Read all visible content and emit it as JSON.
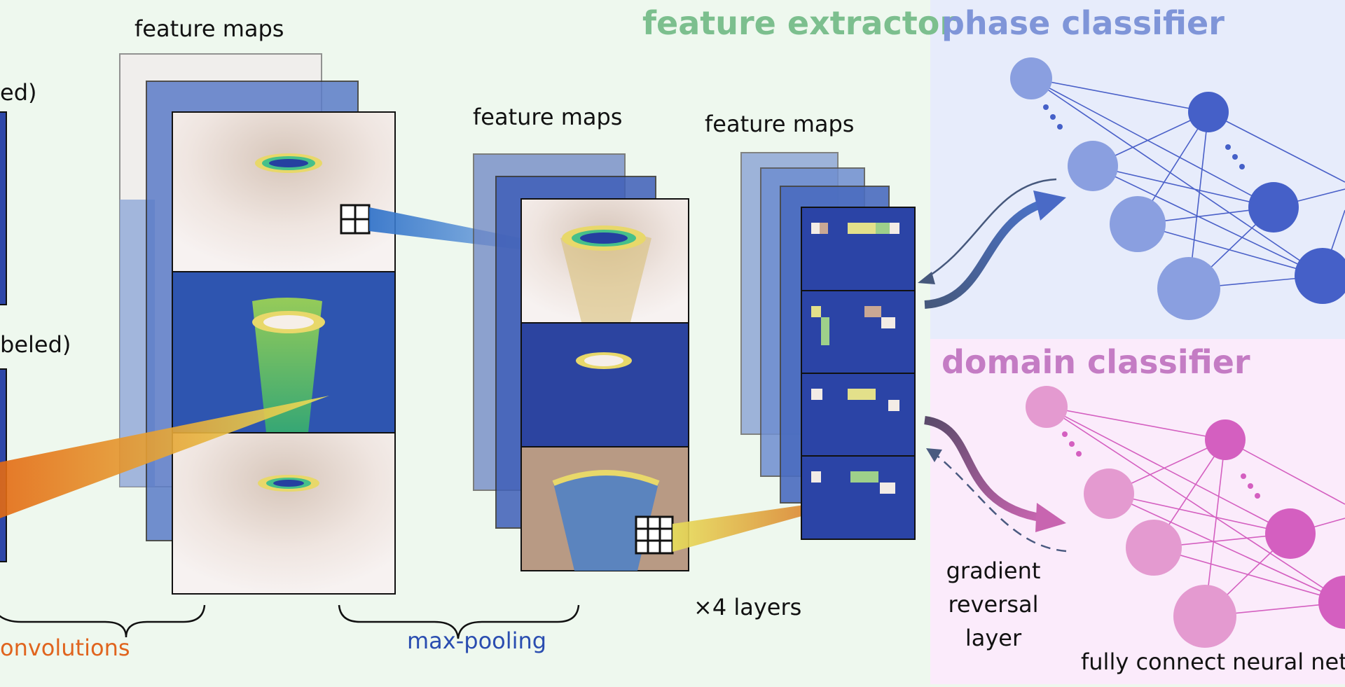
{
  "labels": {
    "input_labeled_partial": "ed)",
    "input_unlabeled_partial": "beled)",
    "feature_maps_1": "feature maps",
    "feature_maps_2": "feature maps",
    "feature_maps_3": "feature maps",
    "convolutions_partial": "onvolutions",
    "max_pooling": "max-pooling",
    "x4_layers": "×4 layers",
    "gradient_reversal_line1": "gradient",
    "gradient_reversal_line2": "reversal",
    "gradient_reversal_line3": "layer",
    "fcnn_partial": "fully connect neural net"
  },
  "titles": {
    "feature_extractor": "feature extractor",
    "phase_classifier": "phase classifier",
    "domain_classifier": "domain classifier"
  },
  "colors": {
    "feature_extractor_bg": "#eef8ee",
    "feature_extractor_title": "#7cbf8e",
    "phase_bg": "#e7ecfb",
    "phase_title": "#7f95d8",
    "phase_node_light": "#8a9fe0",
    "phase_node_dark": "#4560c8",
    "domain_bg": "#fbebfb",
    "domain_title": "#c47cc4",
    "domain_node_light": "#e49ad0",
    "domain_node_dark": "#d45fc0",
    "convolutions_text": "#e0641e",
    "max_pooling_text": "#2a4db0"
  }
}
